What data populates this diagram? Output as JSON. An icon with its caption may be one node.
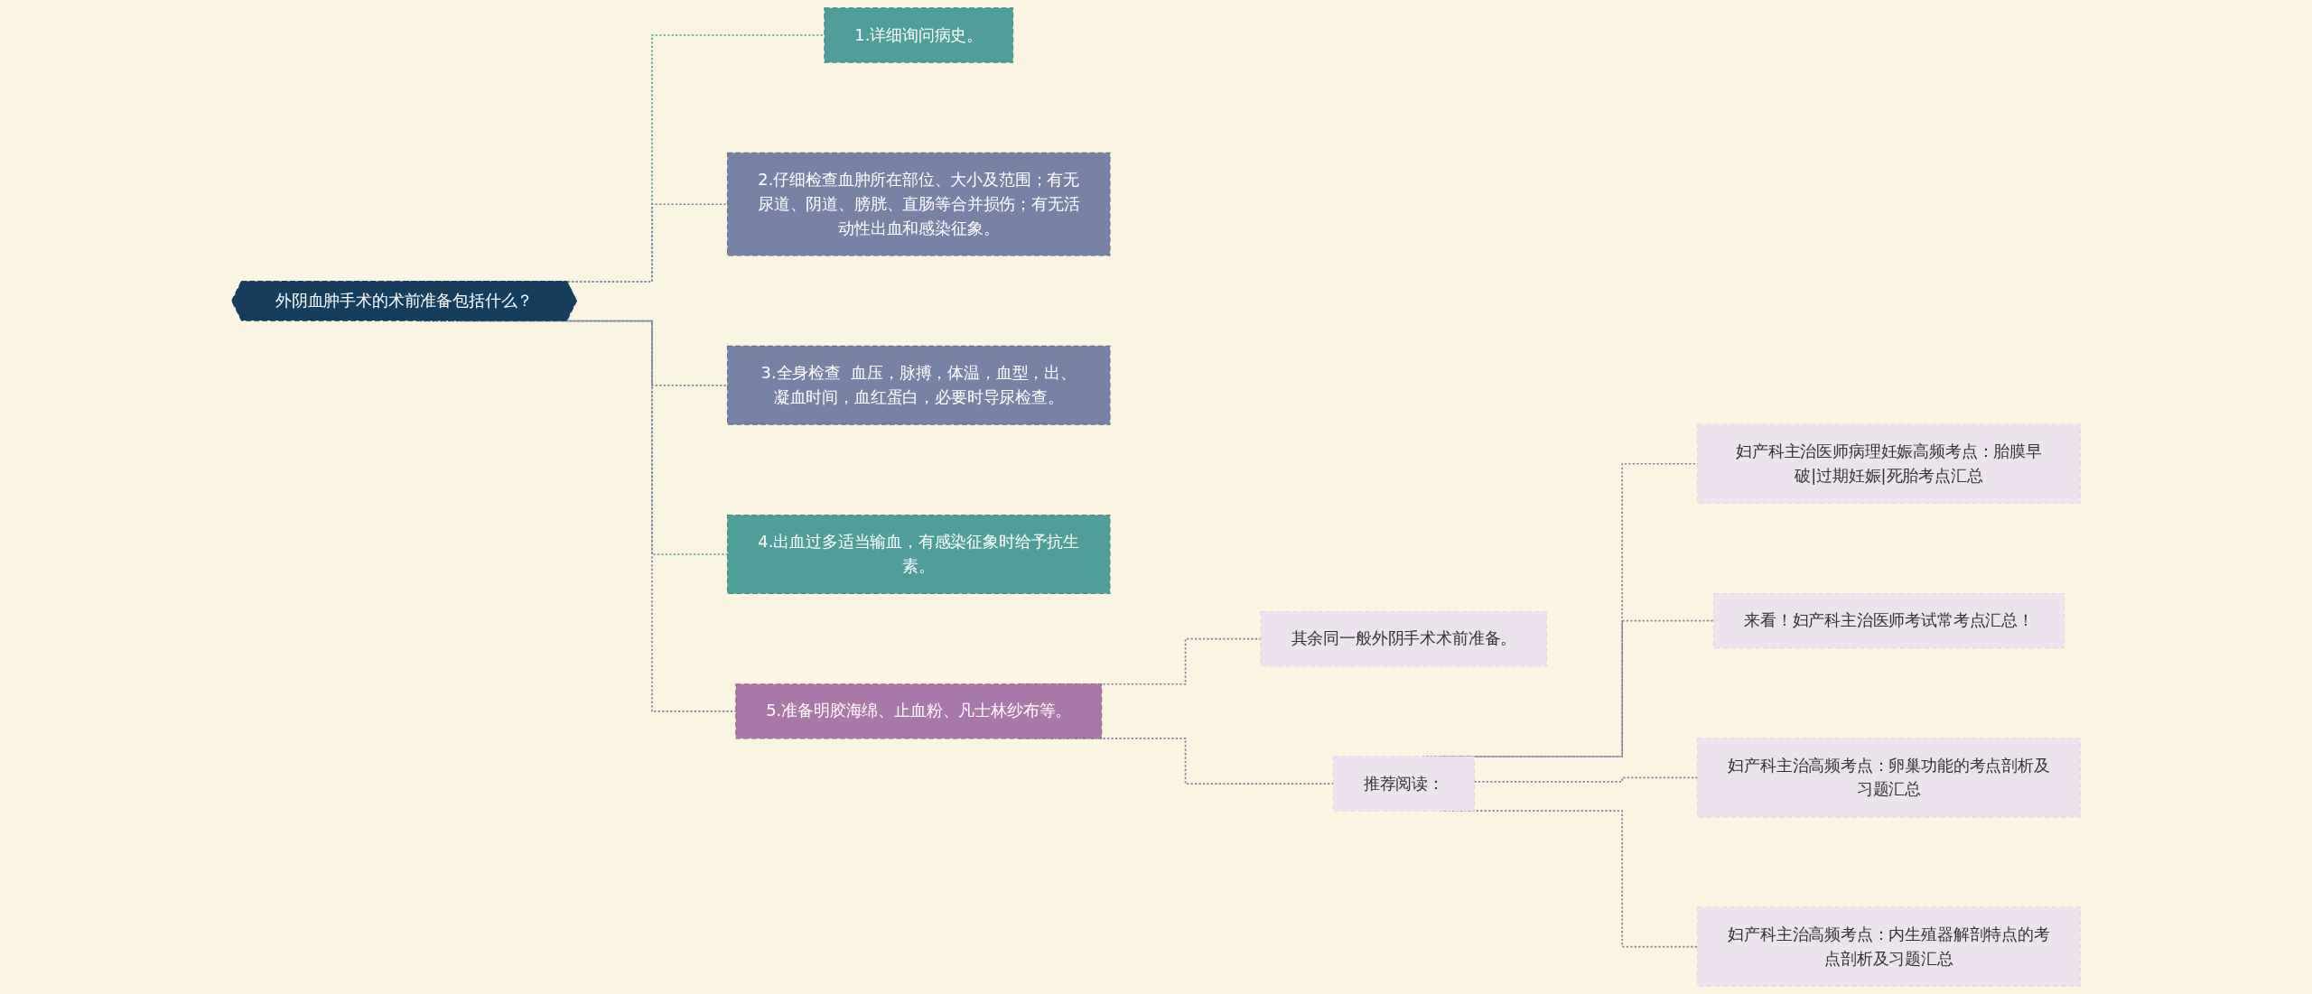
{
  "diagram": {
    "nodes": [
      {
        "text": [
          "外阴血肿手术的术前准备包括什么？"
        ]
      },
      {
        "text": [
          "1.详细询问病史。"
        ]
      },
      {
        "text": [
          "2.仔细检查血肿所在部位、大小及范围；有无尿道、阴道、膀胱、直肠等合并损伤；有无活动性出血和感染征象。"
        ]
      },
      {
        "text": [
          "3.全身检查  血压，脉搏，体温，血型，出、凝血时间，血红蛋白，必要时导尿检查。"
        ]
      },
      {
        "text": [
          "4.出血过多适当输血，有感染征象时给予抗生素。"
        ]
      },
      {
        "text": [
          "5.准备明胶海绵、止血粉、凡士林纱布等。"
        ]
      },
      {
        "text": [
          "其余同一般外阴手术术前准备。"
        ]
      },
      {
        "text": [
          "推荐阅读："
        ]
      },
      {
        "text": [
          "妇产科主治医师病理妊娠高频考点：胎膜早破|过期妊娠|死胎考点汇总"
        ]
      },
      {
        "text": [
          "来看！妇产科主治医师考试常考点汇总！"
        ]
      },
      {
        "text": [
          "妇产科主治高频考点：卵巢功能的考点剖析及习题汇总"
        ]
      },
      {
        "text": [
          "妇产科主治高频考点：内生殖器解剖特点的考点剖析及习题汇总"
        ]
      }
    ],
    "edges": [
      {
        "from": 0,
        "to": 1,
        "arrow": "none",
        "style": "dashed",
        "color": "#4f9e9a"
      },
      {
        "from": 0,
        "to": 2,
        "arrow": "none",
        "style": "dashed",
        "color": "#7882a4"
      },
      {
        "from": 0,
        "to": 3,
        "arrow": "none",
        "style": "dashed",
        "color": "#7882a4"
      },
      {
        "from": 0,
        "to": 4,
        "arrow": "none",
        "style": "dashed",
        "color": "#4f9e9a"
      },
      {
        "from": 0,
        "to": 5,
        "arrow": "none",
        "style": "dashed"
      },
      {
        "from": 5,
        "to": 6,
        "arrow": "none",
        "style": "dashed"
      },
      {
        "from": 5,
        "to": 7,
        "arrow": "none",
        "style": "dashed"
      },
      {
        "from": 7,
        "to": 8,
        "arrow": "none",
        "style": "dashed"
      },
      {
        "from": 7,
        "to": 9,
        "arrow": "none",
        "style": "dashed"
      },
      {
        "from": 7,
        "to": 10,
        "arrow": "none",
        "style": "dashed"
      },
      {
        "from": 7,
        "to": 11,
        "arrow": "none",
        "style": "dashed"
      }
    ]
  }
}
